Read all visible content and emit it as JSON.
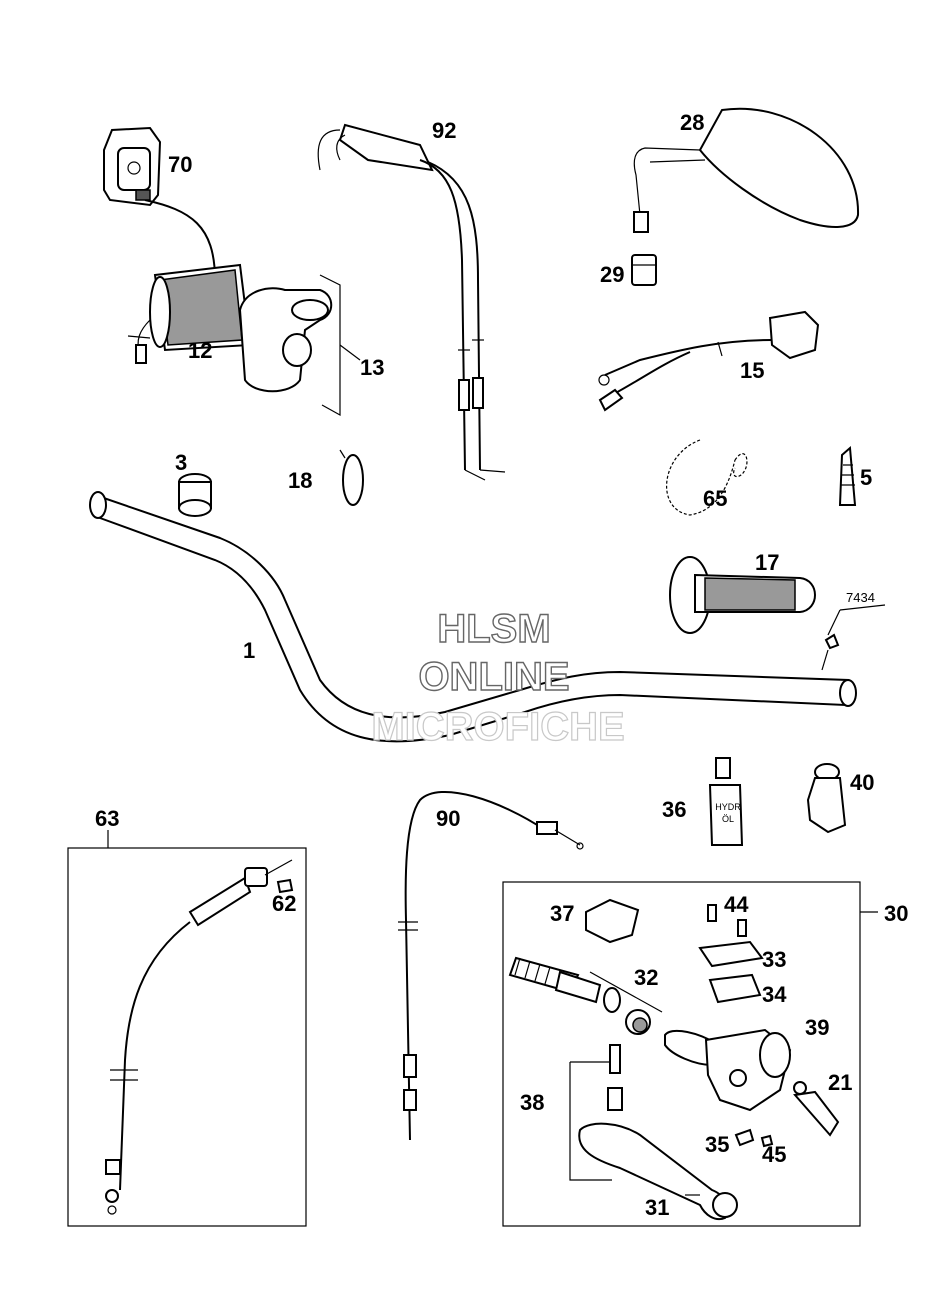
{
  "callouts": {
    "c70": "70",
    "c92": "92",
    "c28": "28",
    "c29": "29",
    "c12": "12",
    "c13": "13",
    "c15": "15",
    "c3": "3",
    "c18": "18",
    "c65": "65",
    "c5": "5",
    "c17": "17",
    "c7434": "7434",
    "c1": "1",
    "c36": "36",
    "c40": "40",
    "c63": "63",
    "c90": "90",
    "c62": "62",
    "c30": "30",
    "c37": "37",
    "c44": "44",
    "c33": "33",
    "c32": "32",
    "c34": "34",
    "c39": "39",
    "c21": "21",
    "c38": "38",
    "c35": "35",
    "c45": "45",
    "c31": "31"
  },
  "bottle_label": {
    "line1": "HYDR",
    "line2": "ÖL"
  },
  "watermark": {
    "line1": "HLSM",
    "line2": "ONLINE",
    "line3": "MICROFICHE"
  }
}
